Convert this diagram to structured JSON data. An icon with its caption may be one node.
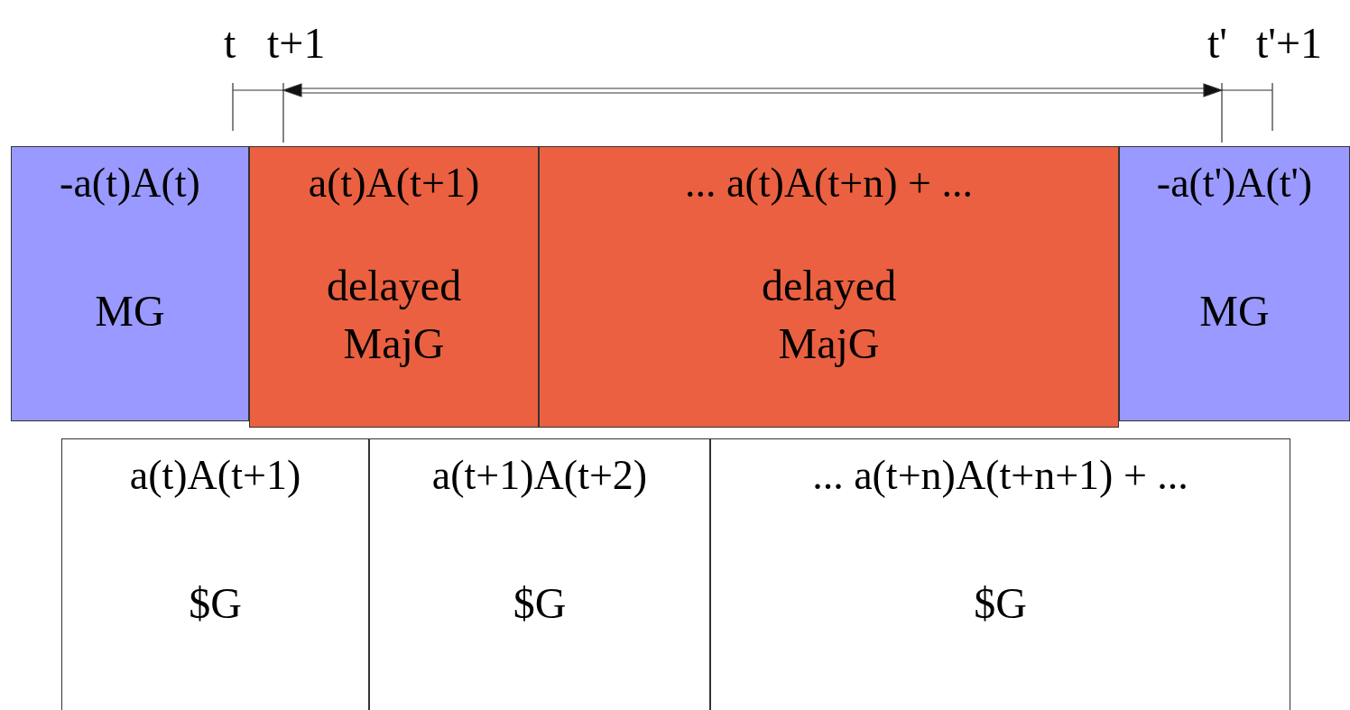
{
  "diagram": {
    "nodes": [
      {
        "text": [
          "-a(t)A(t)",
          "MG"
        ]
      },
      {
        "text": [
          "a(t)A(t+1)",
          "delayed MajG"
        ]
      },
      {
        "text": [
          "... a(t)A(t+n) + ...",
          "delayed MajG"
        ]
      },
      {
        "text": [
          "-a(t')A(t')",
          "MG"
        ]
      },
      {
        "text": [
          "a(t)A(t+1)",
          "$G"
        ]
      },
      {
        "text": [
          "a(t+1)A(t+2)",
          "$G"
        ]
      },
      {
        "text": [
          "... a(t+n)A(t+n+1) + ...",
          "$G"
        ]
      }
    ],
    "edges": [],
    "labels": [
      "t",
      "t+1",
      "t'",
      "t'+1"
    ]
  }
}
